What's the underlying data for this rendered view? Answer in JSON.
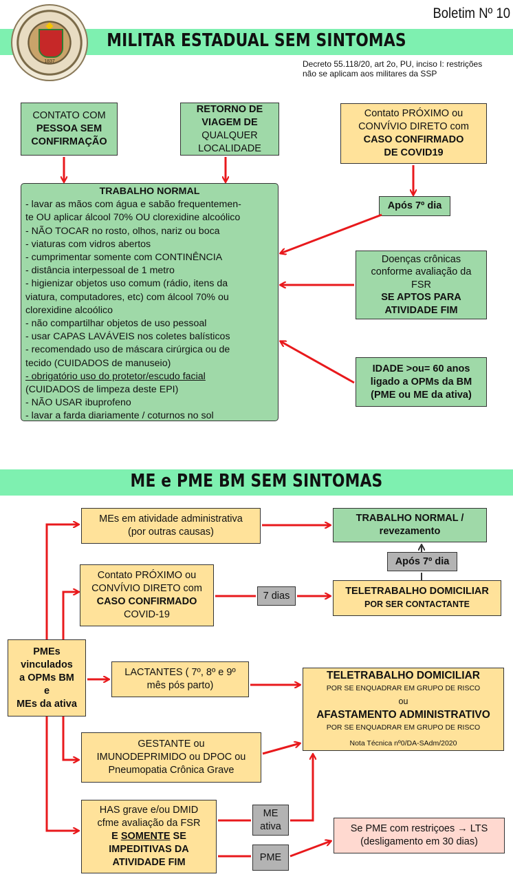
{
  "bulletin": "Boletim Nº 10",
  "logo": {
    "year": "1837"
  },
  "section1": {
    "title": "MILITAR ESTADUAL SEM SINTOMAS",
    "decree": [
      "Decreto 55.118/20, art 2o, PU, inciso I: restrições",
      "não se aplicam aos militares da SSP"
    ],
    "contato": [
      "CONTATO COM",
      "PESSOA SEM",
      "CONFIRMAÇÃO"
    ],
    "retorno": [
      "RETORNO DE",
      "VIAGEM DE",
      "QUALQUER",
      "LOCALIDADE"
    ],
    "contato_proximo": [
      "Contato PRÓXIMO ou",
      "CONVÍVIO DIRETO com",
      "CASO CONFIRMADO",
      "DE COVID19"
    ],
    "apos7": "Após 7º dia",
    "doencas": [
      "Doenças crônicas",
      "conforme avaliação da",
      "FSR",
      "SE APTOS PARA",
      "ATIVIDADE FIM"
    ],
    "idade": [
      "IDADE >ou= 60 anos",
      "ligado a OPMs da BM",
      "(PME ou ME da ativa)"
    ],
    "trabalho_title": "TRABALHO NORMAL",
    "trabalho_lines": [
      "- lavar as mãos com água e sabão frequentemen-",
      "te OU aplicar álcool 70% OU clorexidine alcoólico",
      "- NÃO TOCAR no rosto, olhos, nariz ou boca",
      "- viaturas com vidros abertos",
      "- cumprimentar somente com CONTINÊNCIA",
      "- distância interpessoal de 1 metro",
      "- higienizar objetos uso comum (rádio, itens da",
      "viatura, computadores, etc) com álcool 70% ou",
      "clorexidine alcoólico",
      "- não compartilhar objetos de uso pessoal",
      "- usar CAPAS LAVÁVEIS nos coletes balísticos",
      "- recomendado uso de máscara cirúrgica ou de",
      "tecido (CUIDADOS de manuseio)",
      "- obrigatório uso do protetor/escudo facial",
      "(CUIDADOS de limpeza deste EPI)",
      "- NÃO USAR ibuprofeno",
      "- lavar a farda diariamente / coturnos no sol"
    ]
  },
  "section2": {
    "title": "ME e PME BM SEM SINTOMAS",
    "mes_admin": [
      "MEs em atividade administrativa",
      "(por outras causas)"
    ],
    "trabalho_rev": [
      "TRABALHO NORMAL /",
      "revezamento"
    ],
    "apos7": "Após 7º dia",
    "contato": [
      "Contato PRÓXIMO ou",
      "CONVÍVIO DIRETO com",
      "CASO CONFIRMADO",
      "COVID-19"
    ],
    "sete_dias": "7 dias",
    "teletrabalho1": [
      "TELETRABALHO DOMICILIAR",
      "POR SER CONTACTANTE"
    ],
    "pmes": [
      "PMEs",
      "vinculados",
      "a OPMs BM",
      "e",
      "MEs da ativa"
    ],
    "lactantes": [
      "LACTANTES ( 7º, 8º e 9º",
      "mês pós parto)"
    ],
    "teletrabalho2": [
      "TELETRABALHO DOMICILIAR",
      "POR SE ENQUADRAR EM GRUPO DE RISCO",
      "ou",
      "AFASTAMENTO ADMINISTRATIVO",
      "POR SE ENQUADRAR EM GRUPO DE RISCO",
      "Nota Técnica nº0/DA-SAdm/2020"
    ],
    "gestante": [
      "GESTANTE ou",
      "IMUNODEPRIMIDO ou DPOC ou",
      "Pneumopatia Crônica Grave"
    ],
    "has": [
      "HAS grave e/ou DMID",
      "cfme avaliação da FSR",
      "E",
      "SOMENTE",
      "SE",
      "IMPEDITIVAS DA",
      "ATIVIDADE FIM"
    ],
    "me_ativa": [
      "ME",
      "ativa"
    ],
    "pme": "PME",
    "lts": [
      "Se PME com restriçoes → LTS",
      "(desligamento em 30 dias)"
    ]
  },
  "colors": {
    "band": "#7ef0b0",
    "green_box": "#9fd9a8",
    "yellow_box": "#ffe29a",
    "gray_box": "#b3b3b3",
    "pink_box": "#ffd9d0",
    "arrow": "#e8191c"
  }
}
